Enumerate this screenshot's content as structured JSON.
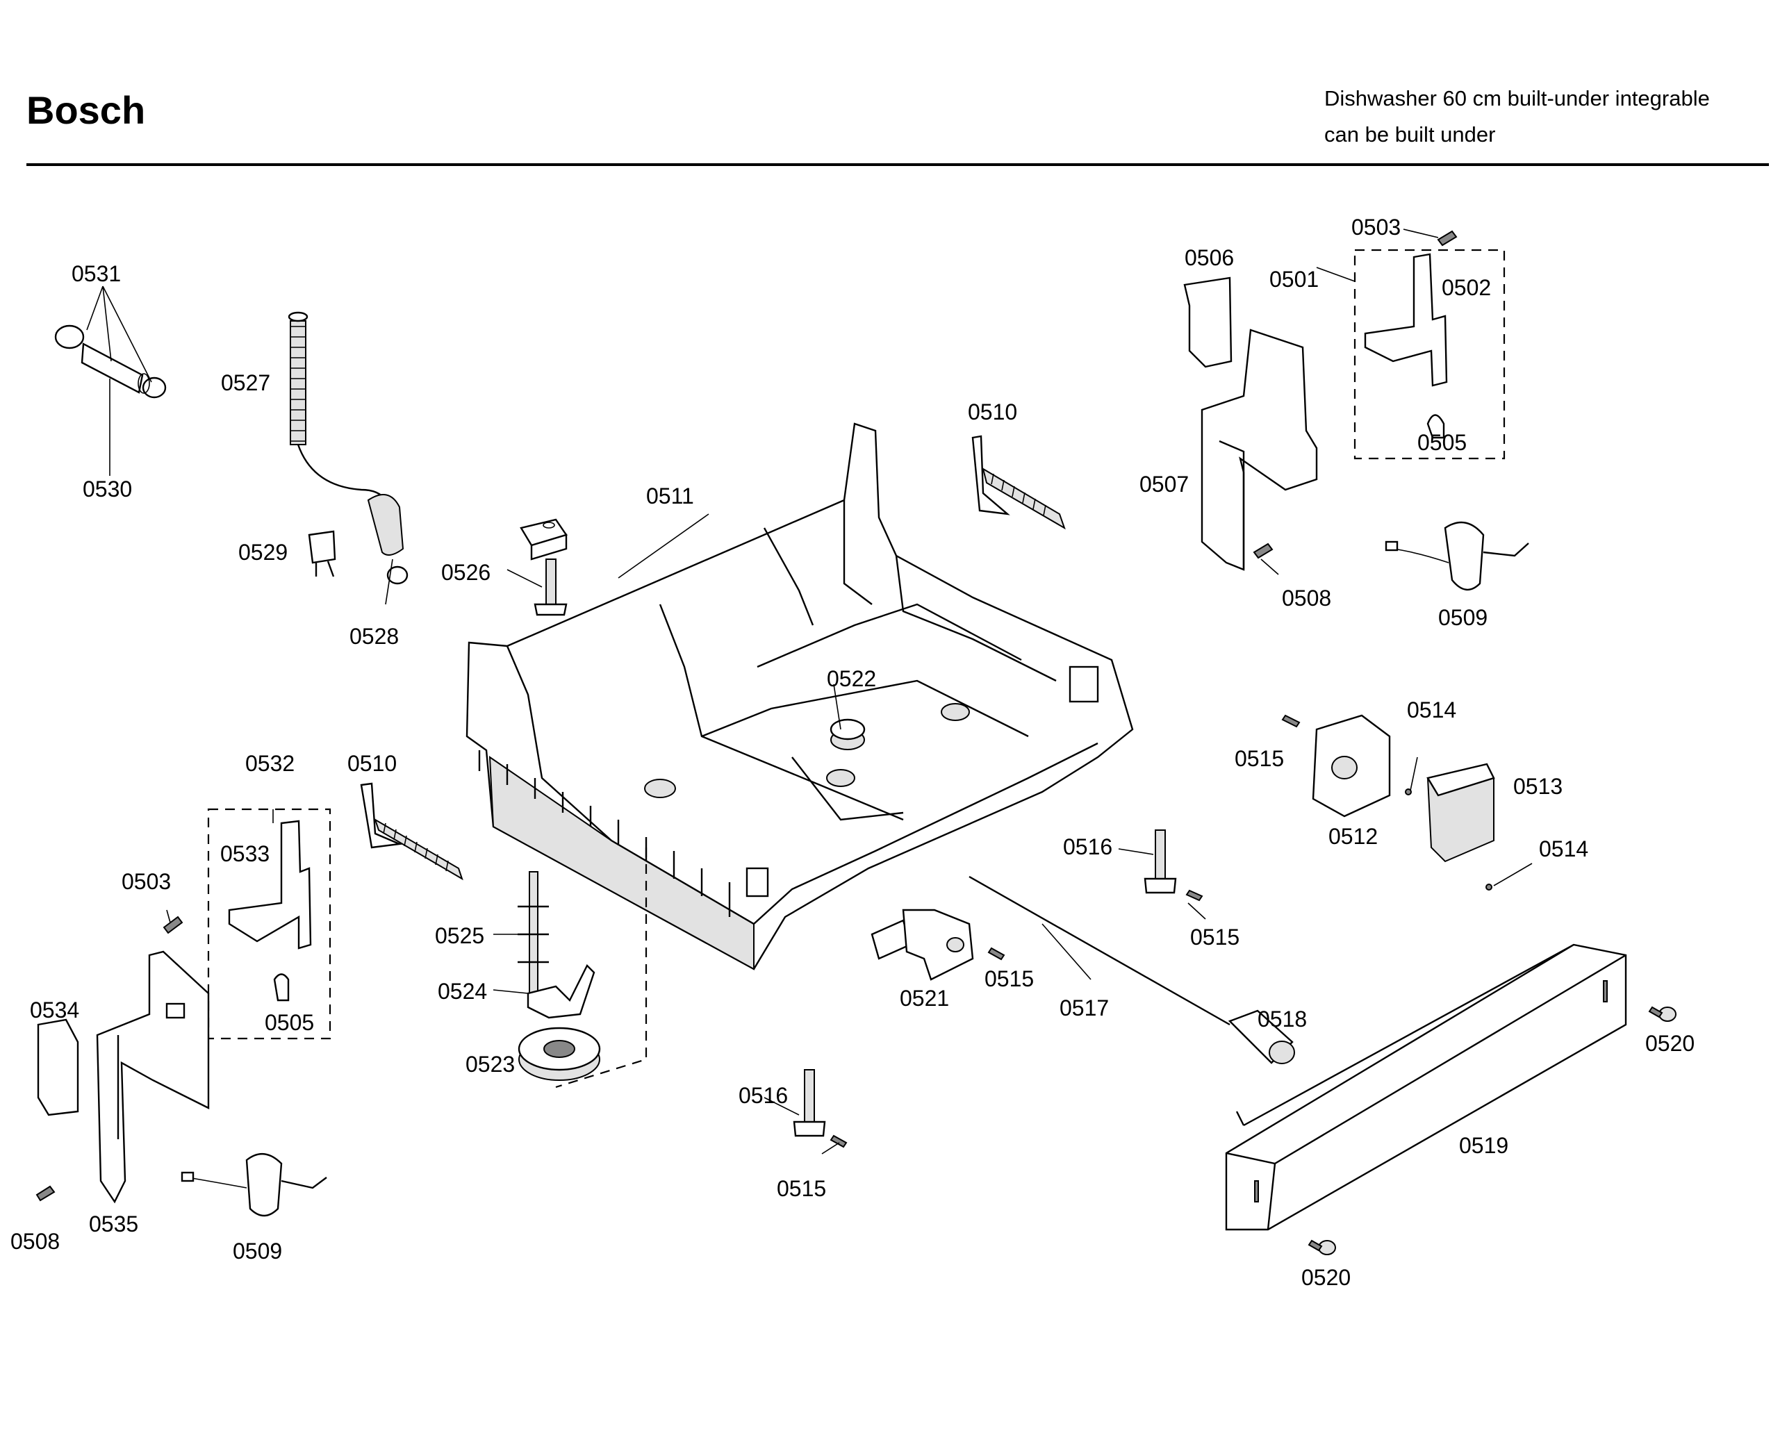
{
  "header": {
    "brand": "Bosch",
    "subtitle_line1": "Dishwasher 60 cm built-under integrable",
    "subtitle_line2": "can be built under"
  },
  "callouts": [
    "0531",
    "0530",
    "0527",
    "0529",
    "0528",
    "0526",
    "0511",
    "0510",
    "0510",
    "0506",
    "0503",
    "0501",
    "0502",
    "0505",
    "0507",
    "0508",
    "0509",
    "0522",
    "0515",
    "0514",
    "0513",
    "0512",
    "0514",
    "0516",
    "0515",
    "0532",
    "0533",
    "0503",
    "0505",
    "0534",
    "0535",
    "0508",
    "0509",
    "0525",
    "0524",
    "0523",
    "0521",
    "0515",
    "0517",
    "0518",
    "0520",
    "0519",
    "0516",
    "0515",
    "0520"
  ]
}
